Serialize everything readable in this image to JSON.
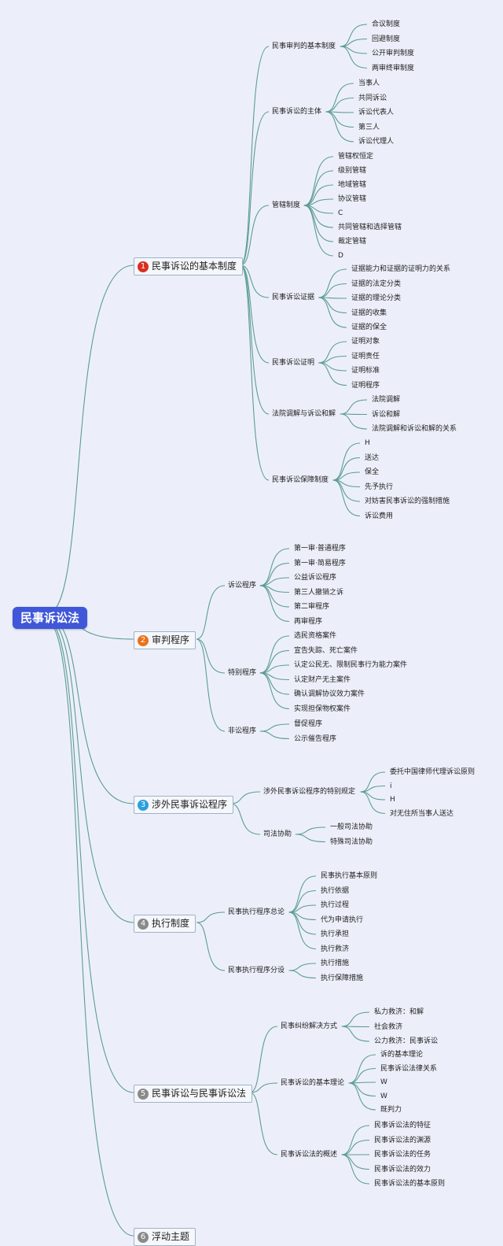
{
  "root": {
    "label": "民事诉讼法"
  },
  "branches": [
    {
      "num": "1",
      "color": "#d9301f",
      "label": "民事诉讼的基本制度",
      "children": [
        {
          "label": "民事审判的基本制度",
          "leaves": [
            "合议制度",
            "回避制度",
            "公开审判制度",
            "两审终审制度"
          ]
        },
        {
          "label": "民事诉讼的主体",
          "leaves": [
            "当事人",
            "共同诉讼",
            "诉讼代表人",
            "第三人",
            "诉讼代理人"
          ]
        },
        {
          "label": "管辖制度",
          "leaves": [
            "管辖权恒定",
            "级别管辖",
            "地域管辖",
            "协议管辖",
            "C",
            "共同管辖和选择管辖",
            "裁定管辖",
            "D"
          ]
        },
        {
          "label": "民事诉讼证据",
          "leaves": [
            "证据能力和证据的证明力的关系",
            "证据的法定分类",
            "证据的理论分类",
            "证据的收集",
            "证据的保全"
          ]
        },
        {
          "label": "民事诉讼证明",
          "leaves": [
            "证明对象",
            "证明责任",
            "证明标准",
            "证明程序"
          ]
        },
        {
          "label": "法院调解与诉讼和解",
          "leaves": [
            "法院调解",
            "诉讼和解",
            "法院调解和诉讼和解的关系"
          ]
        },
        {
          "label": "民事诉讼保障制度",
          "leaves": [
            "H",
            "送达",
            "保全",
            "先予执行",
            "对妨害民事诉讼的强制措施",
            "诉讼费用"
          ]
        }
      ]
    },
    {
      "num": "2",
      "color": "#e8721b",
      "label": "审判程序",
      "children": [
        {
          "label": "诉讼程序",
          "leaves": [
            "第一审·普通程序",
            "第一审·简易程序",
            "公益诉讼程序",
            "第三人撤销之诉",
            "第二审程序",
            "再审程序"
          ]
        },
        {
          "label": "特别程序",
          "leaves": [
            "选民资格案件",
            "宣告失踪、死亡案件",
            "认定公民无、限制民事行为能力案件",
            "认定财产无主案件",
            "确认调解协议效力案件",
            "实现担保物权案件"
          ]
        },
        {
          "label": "非讼程序",
          "leaves": [
            "督促程序",
            "公示催告程序"
          ]
        }
      ]
    },
    {
      "num": "3",
      "color": "#2aa0dc",
      "label": "涉外民事诉讼程序",
      "children": [
        {
          "label": "涉外民事诉讼程序的特别规定",
          "leaves": [
            "委托中国律师代理诉讼原则",
            "i",
            "H",
            "对无住所当事人送达"
          ]
        },
        {
          "label": "司法协助",
          "leaves": [
            "一般司法协助",
            "特殊司法协助"
          ]
        }
      ]
    },
    {
      "num": "4",
      "color": "#8a8a8a",
      "label": "执行制度",
      "children": [
        {
          "label": "民事执行程序总论",
          "leaves": [
            "民事执行基本原则",
            "执行依据",
            "执行过程",
            "代为申请执行",
            "执行承担",
            "执行救济"
          ]
        },
        {
          "label": "民事执行程序分设",
          "leaves": [
            "执行措施",
            "执行保障措施"
          ]
        }
      ]
    },
    {
      "num": "5",
      "color": "#8a8a8a",
      "label": "民事诉讼与民事诉讼法",
      "children": [
        {
          "label": "民事纠纷解决方式",
          "leaves": [
            "私力救济：和解",
            "社会救济",
            "公力救济：民事诉讼"
          ]
        },
        {
          "label": "民事诉讼的基本理论",
          "leaves": [
            "诉的基本理论",
            "民事诉讼法律关系",
            "W",
            "W",
            "既判力"
          ]
        },
        {
          "label": "民事诉讼法的概述",
          "leaves": [
            "民事诉讼法的特征",
            "民事诉讼法的渊源",
            "民事诉讼法的任务",
            "民事诉讼法的效力",
            "民事诉讼法的基本原则"
          ]
        }
      ]
    },
    {
      "num": "6",
      "color": "#8a8a8a",
      "label": "浮动主题",
      "children": []
    }
  ]
}
